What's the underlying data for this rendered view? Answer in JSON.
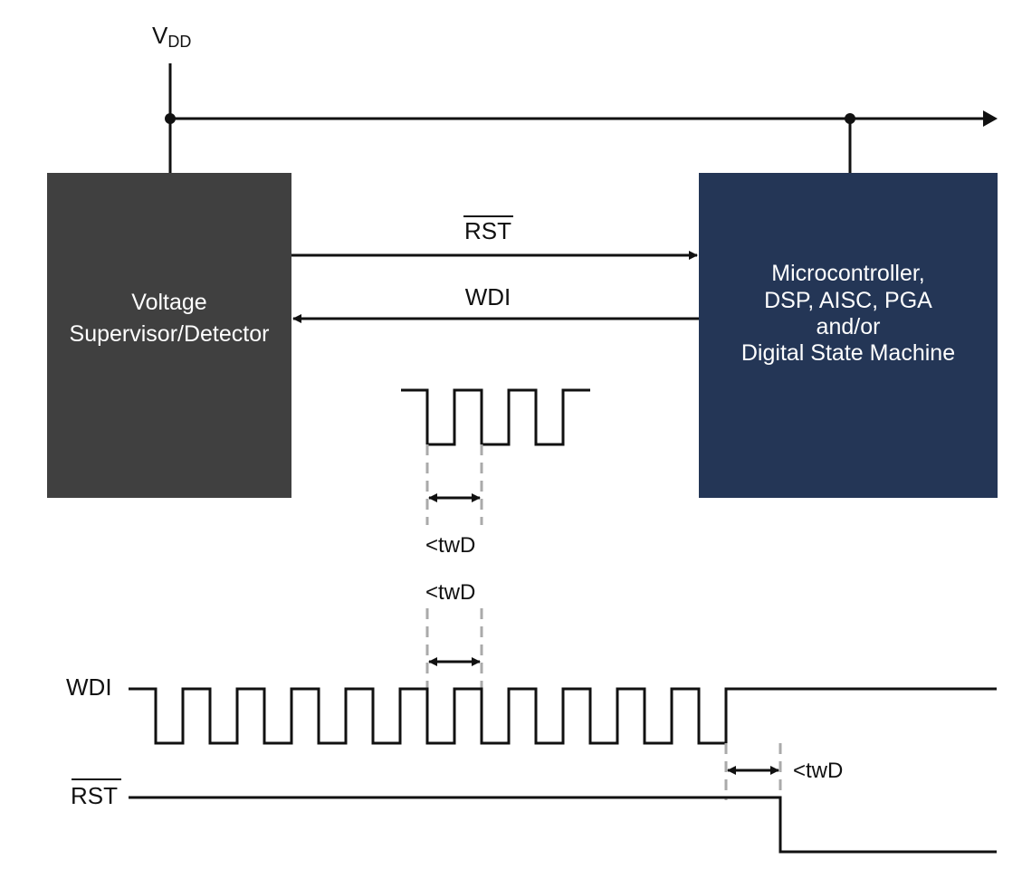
{
  "supply": {
    "label_main": "V",
    "label_sub": "DD"
  },
  "supervisor": {
    "line1": "Voltage",
    "line2": "Supervisor/Detector",
    "color": "#404040"
  },
  "controller": {
    "line1": "Microcontroller,",
    "line2": "DSP, AISC, PGA",
    "line3": "and/or",
    "line4": "Digital State Machine",
    "color": "#243656"
  },
  "signals": {
    "rst_label": "RST",
    "wdi_label": "WDI"
  },
  "timing": {
    "wdi_label": "WDI",
    "rst_label": "RST",
    "twd_prefix": "<",
    "twd_label": "twD"
  },
  "colors": {
    "line": "#111111",
    "dashed": "#aaaaaa"
  }
}
